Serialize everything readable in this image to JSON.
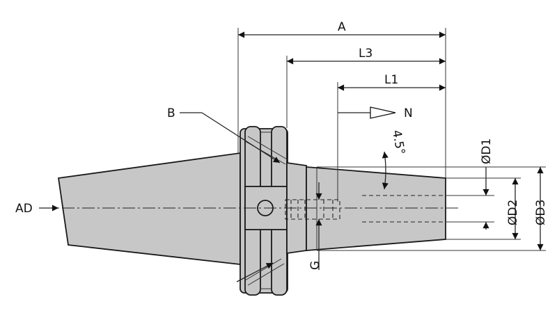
{
  "labels": {
    "A": "A",
    "L3": "L3",
    "L1": "L1",
    "N": "N",
    "B": "B",
    "angle": "4.5°",
    "D1": "ØD1",
    "D2": "ØD2",
    "D3": "ØD3",
    "AD": "AD",
    "G": "G"
  }
}
